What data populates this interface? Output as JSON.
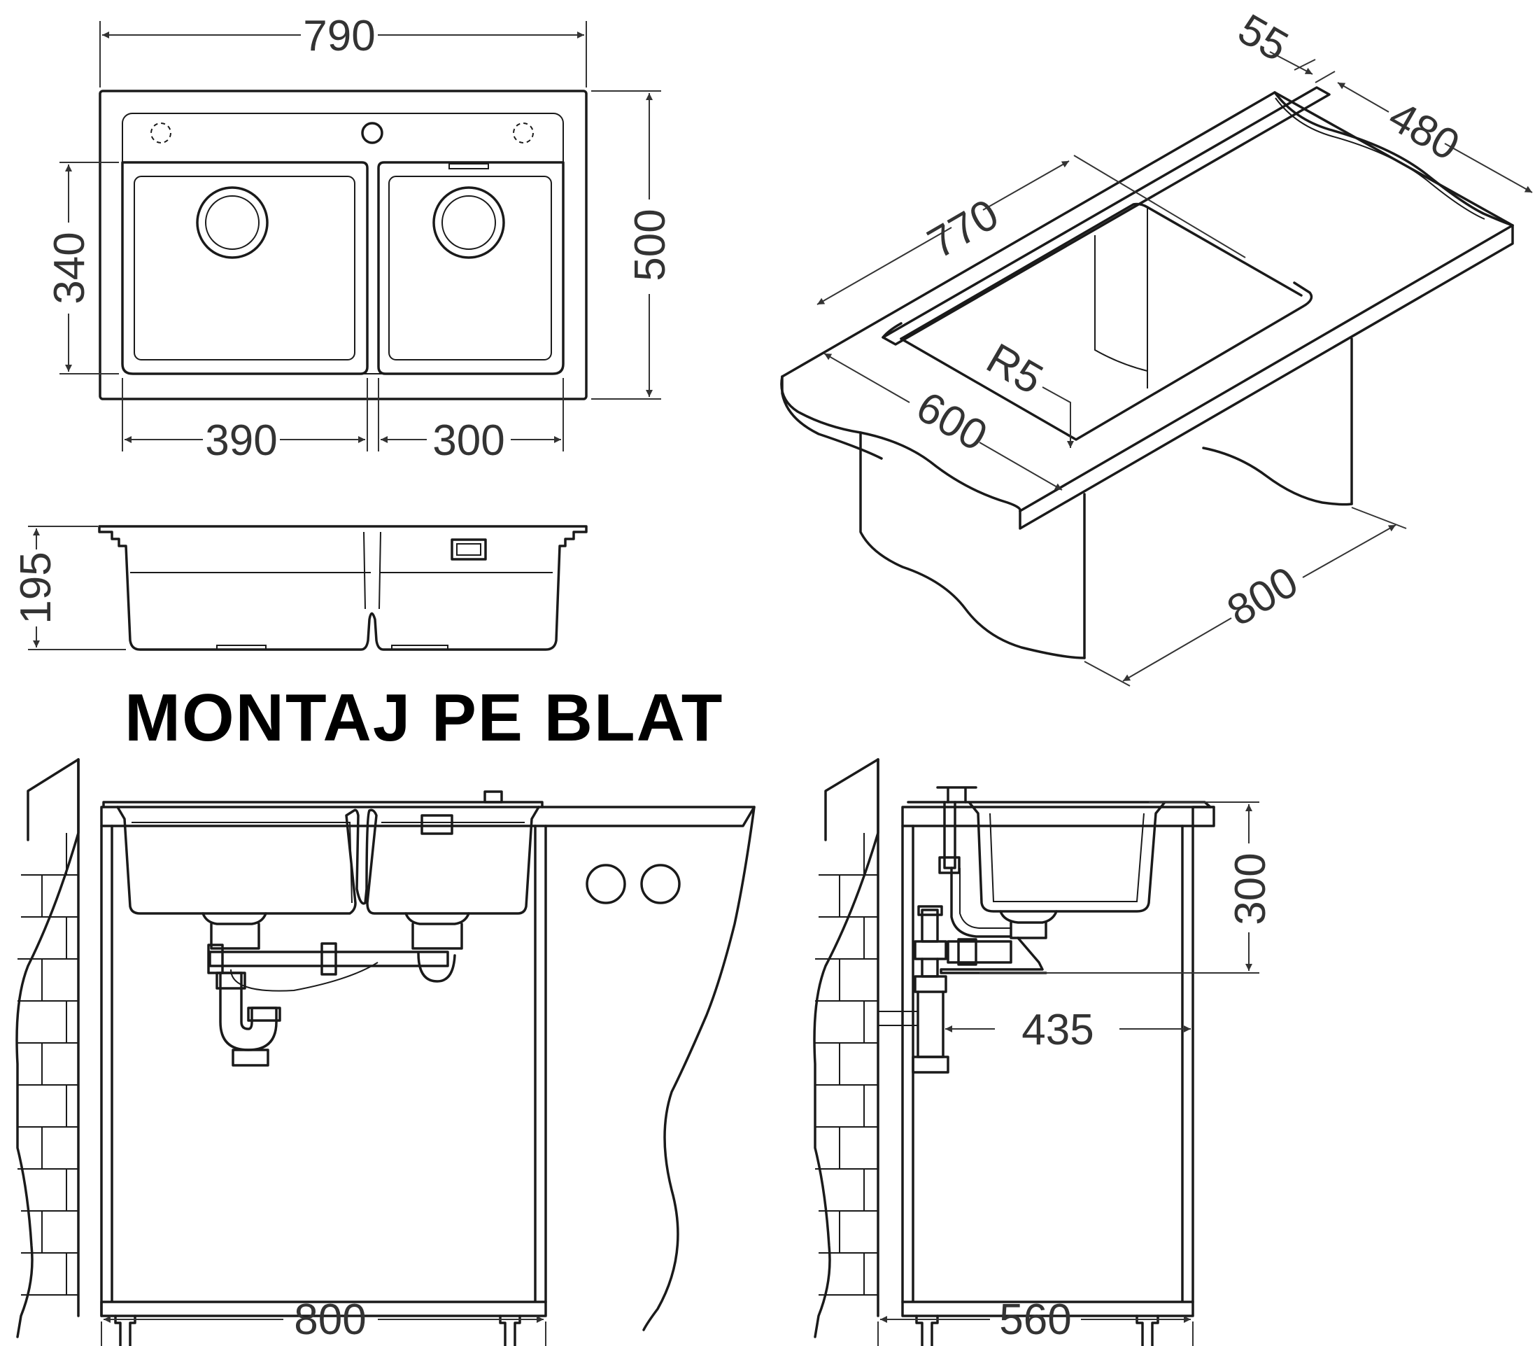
{
  "title": "MONTAJ PE BLAT",
  "dimensions": {
    "top_width": "790",
    "top_depth": "500",
    "bowl_depth": "340",
    "left_bowl": "390",
    "right_bowl": "300",
    "height": "195",
    "persp_width": "770",
    "persp_depth": "600",
    "persp_thickness": "55",
    "persp_worktop": "480",
    "persp_cabinet": "800",
    "corner_radius": "R5",
    "front_cabinet": "800",
    "side_cabinet": "560",
    "side_height": "300",
    "side_drain": "435"
  },
  "colors": {
    "stroke": "#1a1a1a",
    "dimension": "#333333"
  }
}
